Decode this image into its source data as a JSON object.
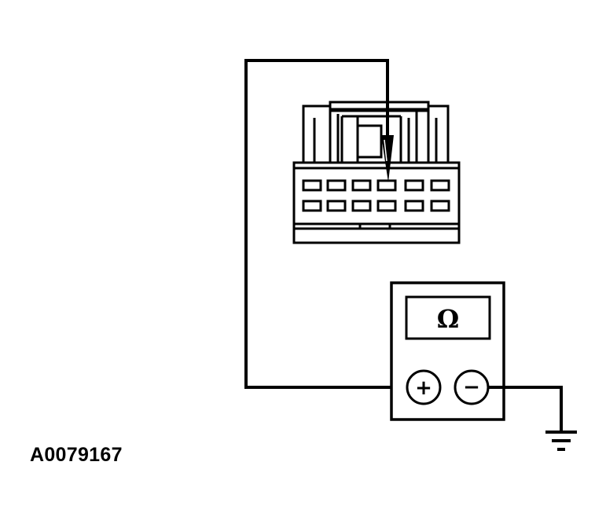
{
  "figure": {
    "reference_code": "A0079167"
  },
  "meter": {
    "display_symbol": "Ω",
    "positive_terminal_label": "+",
    "negative_terminal_label": "−"
  },
  "connector": {
    "pin_rows": 2,
    "pins_per_row": 6,
    "probed_pin": {
      "row": 1,
      "column": 4
    }
  },
  "icons": [
    "connector-icon",
    "test-probe-icon",
    "multimeter-icon",
    "ground-symbol-icon"
  ],
  "colors": {
    "line": "#000000",
    "background": "#ffffff"
  }
}
